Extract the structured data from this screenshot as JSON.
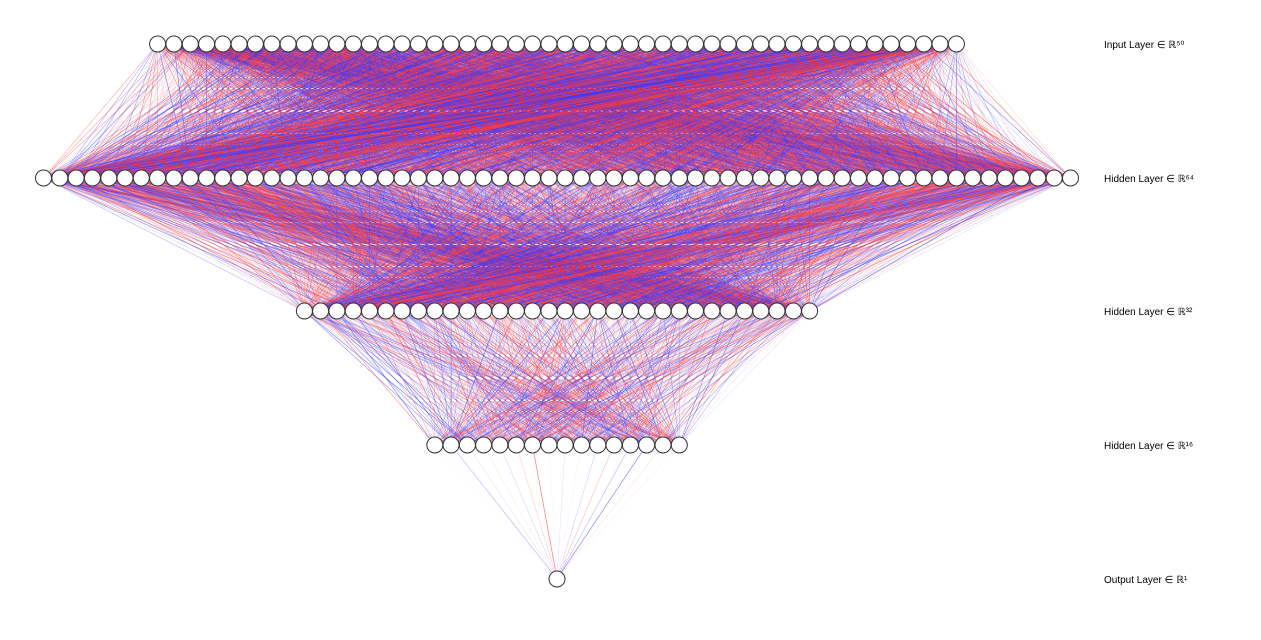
{
  "diagram": {
    "type": "fully-connected-neural-network",
    "colors": {
      "positive_edge": "#ff3b3b",
      "negative_edge": "#3b3bff",
      "node_fill": "#ffffff",
      "node_stroke": "#333333",
      "background": "#ffffff"
    },
    "layers": [
      {
        "label": "Input Layer ∈ ℝ⁵⁰",
        "units": 50
      },
      {
        "label": "Hidden Layer ∈ ℝ⁶⁴",
        "units": 64
      },
      {
        "label": "Hidden Layer ∈ ℝ³²",
        "units": 32
      },
      {
        "label": "Hidden Layer ∈ ℝ¹⁶",
        "units": 16
      },
      {
        "label": "Output Layer ∈ ℝ¹",
        "units": 1
      }
    ]
  }
}
